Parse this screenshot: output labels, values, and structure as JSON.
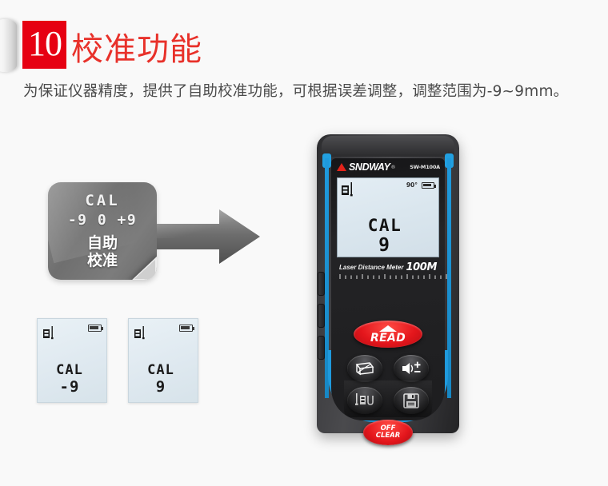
{
  "header": {
    "badge_number": "10",
    "title": "校准功能",
    "subtitle": "为保证仪器精度，提供了自助校准功能，可根据误差调整，调整范围为-9~9mm。",
    "badge_color": "#e60012",
    "title_color": "#e8312a"
  },
  "callout": {
    "lcd_label": "CAL",
    "range_text": "-9 0 +9",
    "caption_line1": "自助",
    "caption_line2": "校准",
    "card_color": "#777777"
  },
  "arrow": {
    "direction": "right",
    "color_start": "#8a8a8a",
    "color_end": "#5a5a5a"
  },
  "mini_displays": [
    {
      "name": "calibration-minus",
      "cal_label": "CAL",
      "value": "-9",
      "ref_icon": "reference-point-icon",
      "battery_icon": "battery-icon"
    },
    {
      "name": "calibration-plus",
      "cal_label": "CAL",
      "value": "9",
      "ref_icon": "reference-point-icon",
      "battery_icon": "battery-icon"
    }
  ],
  "device": {
    "brand": "SNDWAY",
    "brand_mark": "®",
    "model": "SW-M100A",
    "accent_color": "#1f9add",
    "display": {
      "reference_icon": "reference-point-icon",
      "angle_indicator": "90°",
      "battery_icon": "battery-icon",
      "cal_label": "CAL",
      "value": "9"
    },
    "label_strip": {
      "text": "Laser Distance Meter",
      "range": "100M"
    },
    "keys": [
      {
        "name": "read-button",
        "label": "READ",
        "icon": "triangle-up-icon",
        "color": "#e4161c"
      },
      {
        "name": "area-volume-button",
        "label": "",
        "icon": "area-volume-icon",
        "color": "#1c1c1e"
      },
      {
        "name": "add-subtract-button",
        "label": "",
        "icon": "plus-minus-icon",
        "color": "#1c1c1e"
      },
      {
        "name": "reference-unit-button",
        "label": "",
        "icon": "reference-unit-icon",
        "color": "#1c1c1e"
      },
      {
        "name": "memory-save-button",
        "label": "",
        "icon": "floppy-disk-icon",
        "color": "#1c1c1e"
      },
      {
        "name": "off-clear-button",
        "label_line1": "OFF",
        "label_line2": "CLEAR",
        "icon": "",
        "color": "#e4161c"
      }
    ],
    "side_buttons": [
      "side-button-1",
      "side-button-2",
      "side-button-3"
    ]
  },
  "page": {
    "background": "#f9f9f9"
  }
}
